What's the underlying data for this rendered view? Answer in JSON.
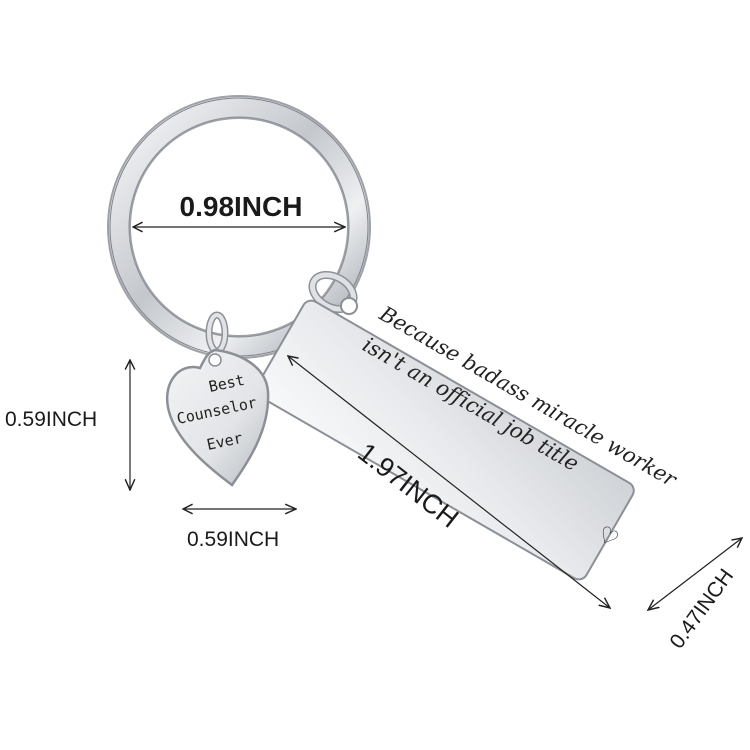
{
  "dimensions": {
    "ring_diameter": "0.98INCH",
    "heart_height": "0.59INCH",
    "heart_width": "0.59INCH",
    "bar_length": "1.97INCH",
    "bar_width": "0.47INCH"
  },
  "heart_charm": {
    "line1": "Best",
    "line2": "Counselor",
    "line3": "Ever"
  },
  "bar_charm": {
    "line1": "Because badass miracle worker",
    "line2": "isn't an official job title",
    "heart_symbol": "♡"
  },
  "colors": {
    "metal_light": "#f4f5f7",
    "metal_mid": "#c9ccd1",
    "metal_dark": "#8a8e95",
    "dim_line": "#222222"
  }
}
